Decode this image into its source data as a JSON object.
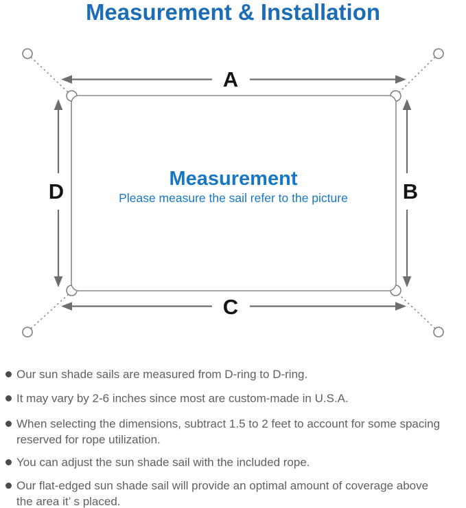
{
  "title": "Measurement & Installation",
  "diagram": {
    "center_heading": "Measurement",
    "center_caption": "Please measure the sail refer to the picture",
    "labels": {
      "top": "A",
      "right": "B",
      "bottom": "C",
      "left": "D"
    }
  },
  "notes": [
    {
      "text": "Our sun shade sails are measured from D-ring to D-ring."
    },
    {
      "text": "It may vary by 2-6 inches since most are custom-made in U.S.A."
    },
    {
      "text": "When selecting the dimensions, subtract 1.5 to 2 feet to account for some spacing\nreserved for rope utilization."
    },
    {
      "text": "You can adjust the sun shade sail with the included rope."
    },
    {
      "text": "Our flat-edged sun shade sail will provide an optimal amount of coverage above\nthe area it’ s placed."
    }
  ],
  "colors": {
    "title_blue": "#1b6db6",
    "center_text_blue": "#1877c3",
    "outline_gray": "#858585",
    "arrow_gray": "#6e6e6e",
    "note_text_gray": "#606060",
    "label_black": "#141414",
    "background": "#ffffff"
  }
}
